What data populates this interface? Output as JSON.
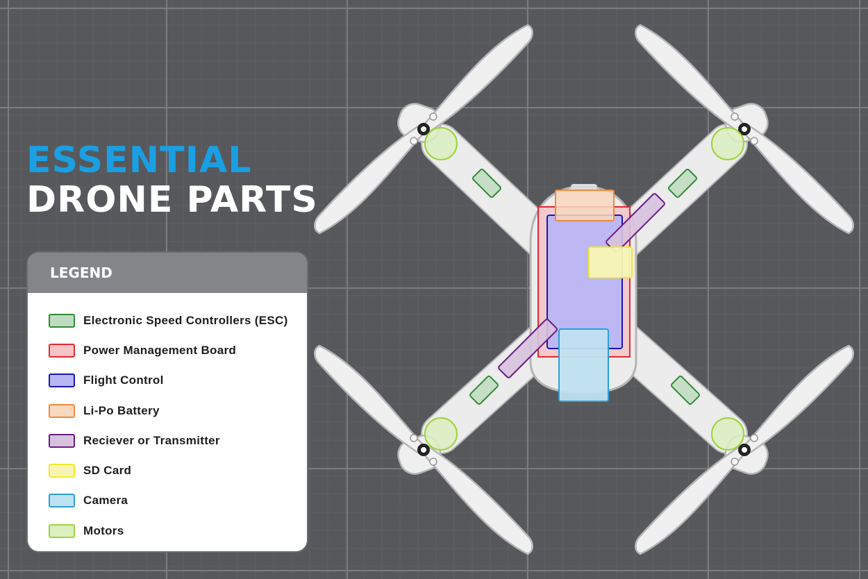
{
  "title": {
    "line1": "ESSENTIAL",
    "line2": "DRONE PARTS",
    "line1_color": "#1a9fe3",
    "line2_color": "#ffffff"
  },
  "legend": {
    "heading": "LEGEND",
    "items": [
      {
        "label": "Electronic Speed Controllers (ESC)",
        "stroke": "#2f8a33",
        "fill": "#bfdcc0"
      },
      {
        "label": "Power Management Board",
        "stroke": "#e2282f",
        "fill": "#f6c3c7"
      },
      {
        "label": "Flight Control",
        "stroke": "#1a17b0",
        "fill": "#b9b6f4"
      },
      {
        "label": "Li-Po Battery",
        "stroke": "#f08a3a",
        "fill": "#f9d8c0"
      },
      {
        "label": "Reciever or Transmitter",
        "stroke": "#6b1a86",
        "fill": "#d7c2de"
      },
      {
        "label": "SD Card",
        "stroke": "#f2ea2e",
        "fill": "#f8f5b4"
      },
      {
        "label": "Camera",
        "stroke": "#2a9fd8",
        "fill": "#bfe2f1"
      },
      {
        "label": "Motors",
        "stroke": "#9bd43a",
        "fill": "#dcefbf"
      }
    ]
  },
  "colors": {
    "background": "#57585c",
    "grid": "#6c6d71",
    "drone_body": "#ececec",
    "drone_outline": "#b9b9b9"
  },
  "icons": {
    "drone": "quadcopter-top-view"
  }
}
